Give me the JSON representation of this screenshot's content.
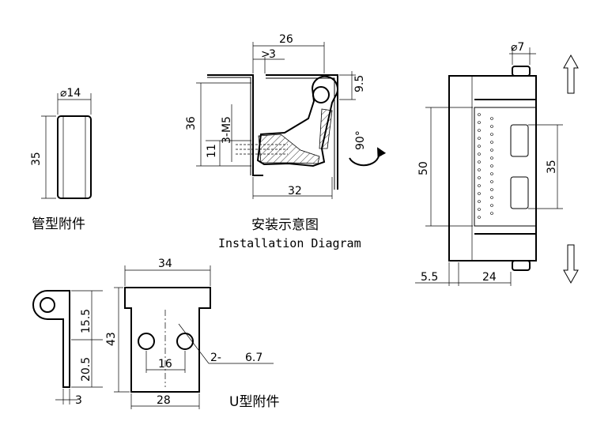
{
  "tube_part": {
    "caption": "管型附件",
    "dim_diameter": "⌀14",
    "dim_height": "35"
  },
  "installation": {
    "caption_cn": "安装示意图",
    "caption_en": "Installation Diagram",
    "dim_top": "26",
    "dim_offset": "3",
    "dim_top_right": "9.5",
    "dim_height": "36",
    "dim_thread": "3-M5",
    "dim_low": "11",
    "dim_bottom": "32",
    "rotation": "90°"
  },
  "hinge": {
    "dim_pin": "⌀7",
    "dim_height": "50",
    "dim_inner": "35",
    "dim_offset": "5.5",
    "dim_width": "24"
  },
  "u_part": {
    "caption": "U型附件",
    "dim_width": "34",
    "dim_height": "43",
    "dim_hole_spacing": "16",
    "dim_holes": "2-",
    "dim_hole_dia": "6.7",
    "dim_bottom": "28",
    "side_dim_upper": "15.5",
    "side_dim_lower": "20.5",
    "side_dim_thickness": "3"
  }
}
